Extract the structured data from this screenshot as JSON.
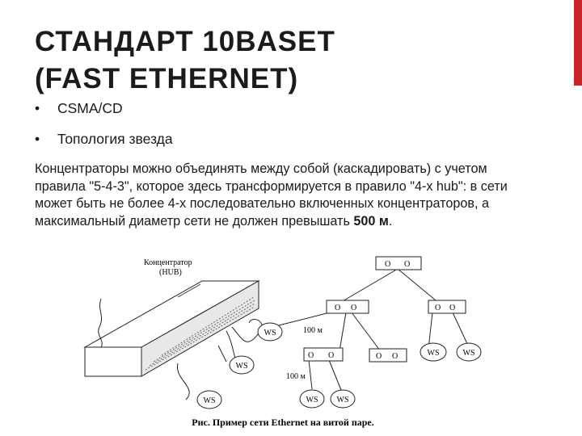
{
  "slide": {
    "title_line1": "СТАНДАРТ 10BASET",
    "title_line2": "(FAST ETHERNET)",
    "accent_color": "#c8252b",
    "bullet_symbol": "•",
    "bullets": [
      "CSMA/CD",
      "Топология звезда"
    ],
    "paragraph": {
      "text_before_bold": "Концентраторы можно объединять между собой (каскадировать) с учетом правила \"5-4-3\", которое здесь трансформируется в правило \"4-x hub\":  в сети может  быть не более 4-х последовательно включенных концентраторов, а максимальный  диаметр сети не должен превышать ",
      "bold": "500 м",
      "text_after_bold": "."
    }
  },
  "figure": {
    "hub_label_line1": "Концентратор",
    "hub_label_line2": "(HUB)",
    "ws_label": "WS",
    "port_label": "O",
    "link_label_1": "100 м",
    "link_label_2": "100 м",
    "caption": "Рис. Пример сети Ethernet на витой паре."
  }
}
